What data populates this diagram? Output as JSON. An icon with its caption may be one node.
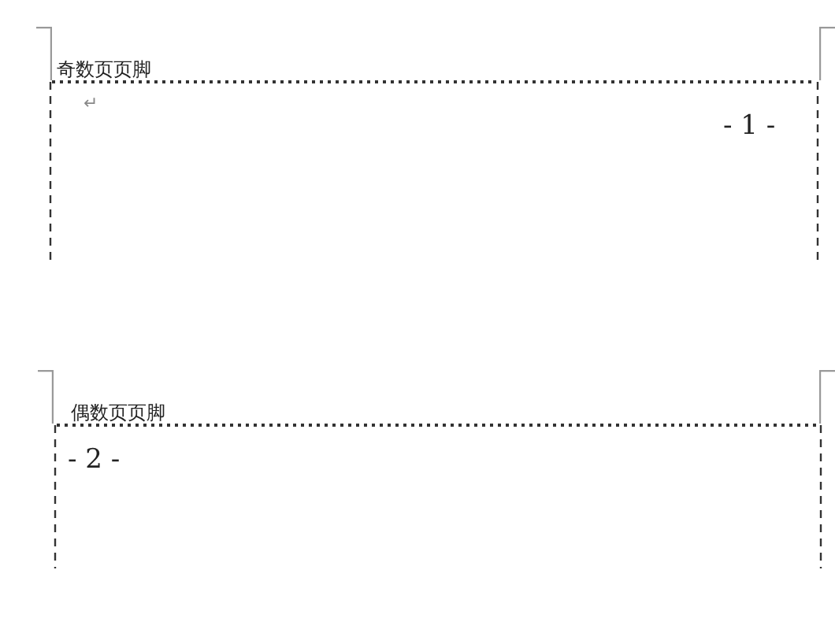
{
  "diagram": {
    "nodes": [
      {
        "text": [
          "奇数页页脚",
          "↵",
          "- 1 -"
        ]
      },
      {
        "text": [
          "偶数页页脚",
          "- 2 -"
        ]
      }
    ]
  }
}
